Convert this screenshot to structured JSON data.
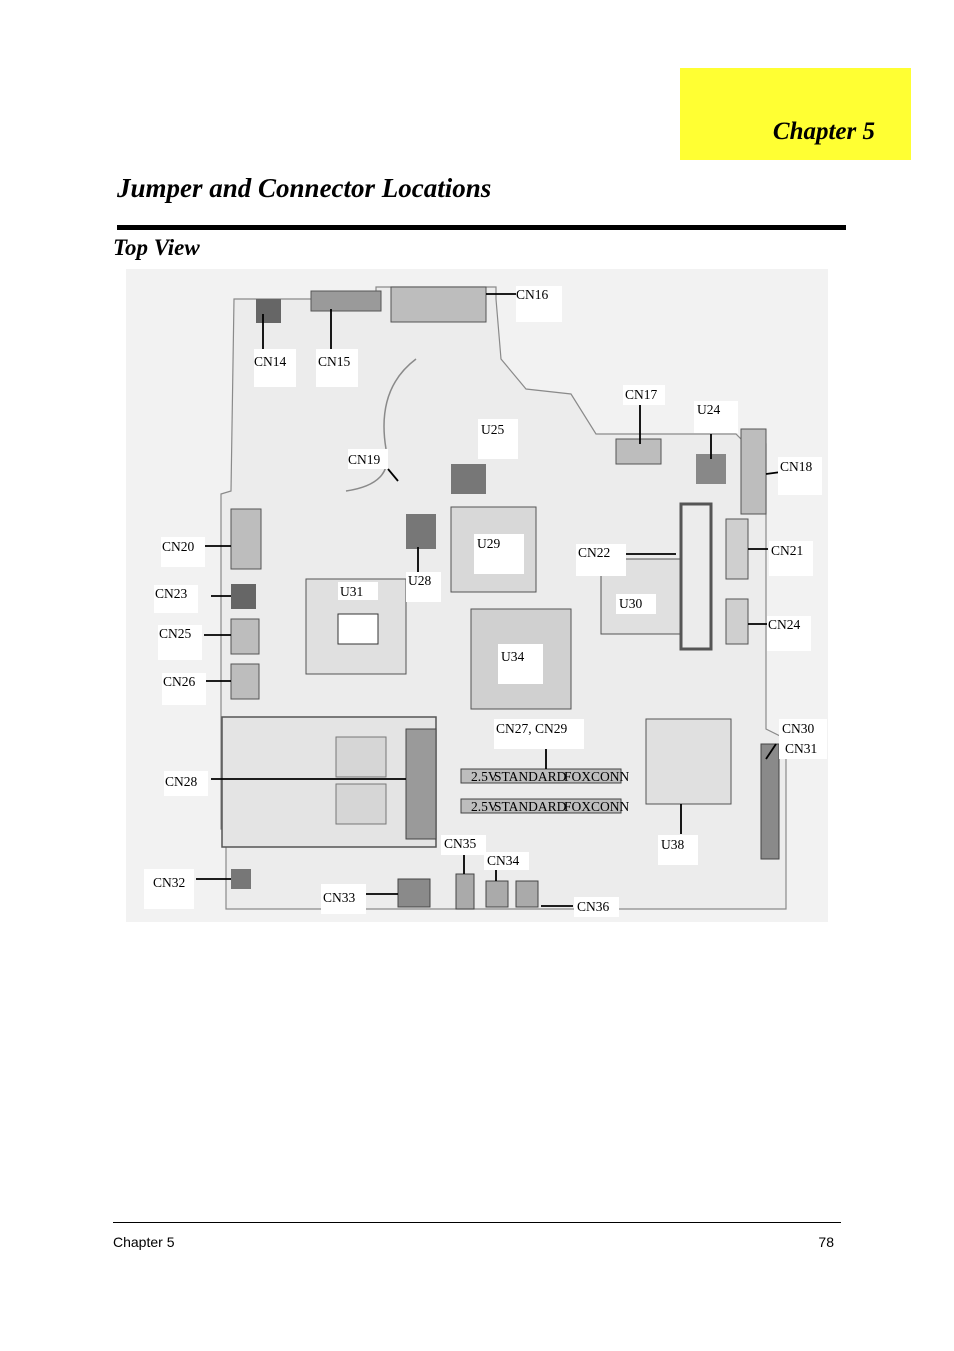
{
  "header": {
    "chapter_tab": "Chapter 5",
    "tab_color": "#ffff33"
  },
  "page": {
    "title": "Jumper and Connector Locations",
    "section": "Top View"
  },
  "board": {
    "background": "#f2f2f2",
    "labels": {
      "cn14": "CN14",
      "cn15": "CN15",
      "cn16": "CN16",
      "cn17": "CN17",
      "cn18": "CN18",
      "cn19": "CN19",
      "cn20": "CN20",
      "cn21": "CN21",
      "cn22": "CN22",
      "cn23": "CN23",
      "cn24": "CN24",
      "cn25": "CN25",
      "cn26": "CN26",
      "cn27_29": "CN27, CN29",
      "cn28": "CN28",
      "cn30": "CN30",
      "cn31": "CN31",
      "cn32": "CN32",
      "cn33": "CN33",
      "cn34": "CN34",
      "cn35": "CN35",
      "cn36": "CN36",
      "u24": "U24",
      "u25": "U25",
      "u28": "U28",
      "u29": "U29",
      "u30": "U30",
      "u31": "U31",
      "u34": "U34",
      "u38": "U38"
    },
    "slot_texts": {
      "voltage": "2.5V",
      "standard": "STANDARD",
      "vendor": "FOXCONN"
    }
  },
  "footer": {
    "left": "Chapter 5",
    "page_number": "78"
  }
}
